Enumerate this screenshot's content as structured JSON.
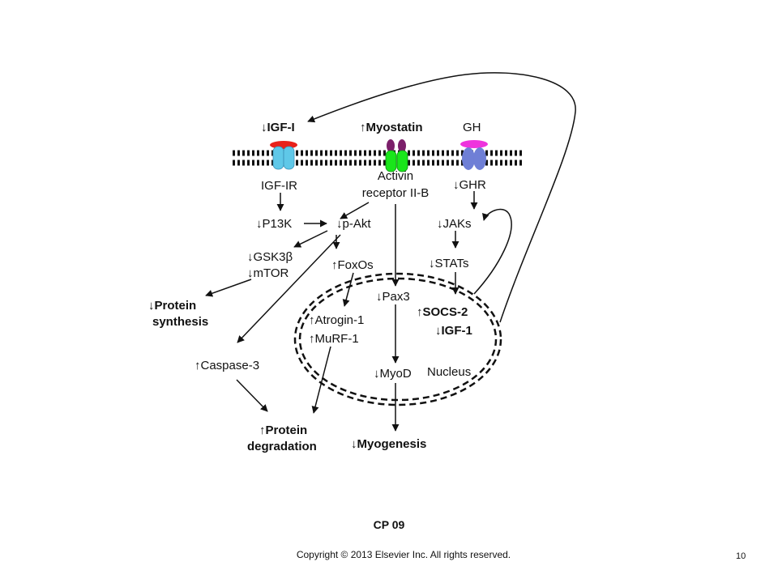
{
  "diagram": {
    "receptors": {
      "igf": {
        "ligand_arrow": "↓",
        "ligand": "IGF-I",
        "receptor": "IGF-IR"
      },
      "myostatin": {
        "ligand_arrow": "↑",
        "ligand": "Myostatin",
        "receptor_line1": "Activin",
        "receptor_line2": "receptor II-B"
      },
      "gh": {
        "ligand": "GH",
        "receptor_arrow": "↓",
        "receptor": "GHR"
      }
    },
    "nodes": {
      "p13k": {
        "arrow": "↓",
        "text": "P13K"
      },
      "p_akt": {
        "arrow": "↓",
        "text": "p-Akt"
      },
      "gsk3b": {
        "arrow": "↓",
        "text": "GSK3β"
      },
      "mtor": {
        "arrow": "↓",
        "text": "mTOR"
      },
      "foxos": {
        "arrow": "↑",
        "text": "FoxOs"
      },
      "jaks": {
        "arrow": "↓",
        "text": "JAKs"
      },
      "stats": {
        "arrow": "↓",
        "text": "STATs"
      },
      "protein_synthesis": {
        "arrow": "↓",
        "line1": "Protein",
        "line2": "synthesis"
      },
      "caspase3": {
        "arrow": "↑",
        "text": "Caspase-3"
      },
      "atrogin1": {
        "arrow": "↑",
        "text": "Atrogin-1"
      },
      "murf1": {
        "arrow": "↑",
        "text": "MuRF-1"
      },
      "pax3": {
        "arrow": "↓",
        "text": "Pax3"
      },
      "socs2": {
        "arrow": "↑",
        "text": "SOCS-2"
      },
      "igf1_nuclear": {
        "arrow": "↓",
        "text": "IGF-1"
      },
      "myod": {
        "arrow": "↓",
        "text": "MyoD"
      },
      "nucleus": {
        "text": "Nucleus"
      },
      "protein_degradation": {
        "arrow": "↑",
        "line1": "Protein",
        "line2": "degradation"
      },
      "myogenesis": {
        "arrow": "↓",
        "text": "Myogenesis"
      }
    },
    "colors": {
      "igf_ligand": "#e8221b",
      "igf_receptor": "#5fc8e8",
      "myostatin_ligand": "#7b1f6a",
      "activin_receptor": "#19e61a",
      "gh_ligand": "#ee33dd",
      "gh_receptor": "#6f7fd6",
      "ink": "#111111"
    }
  },
  "footer": {
    "slide_label": "CP 09",
    "copyright": "Copyright © 2013 Elsevier Inc. All rights reserved.",
    "page_number": "10"
  }
}
